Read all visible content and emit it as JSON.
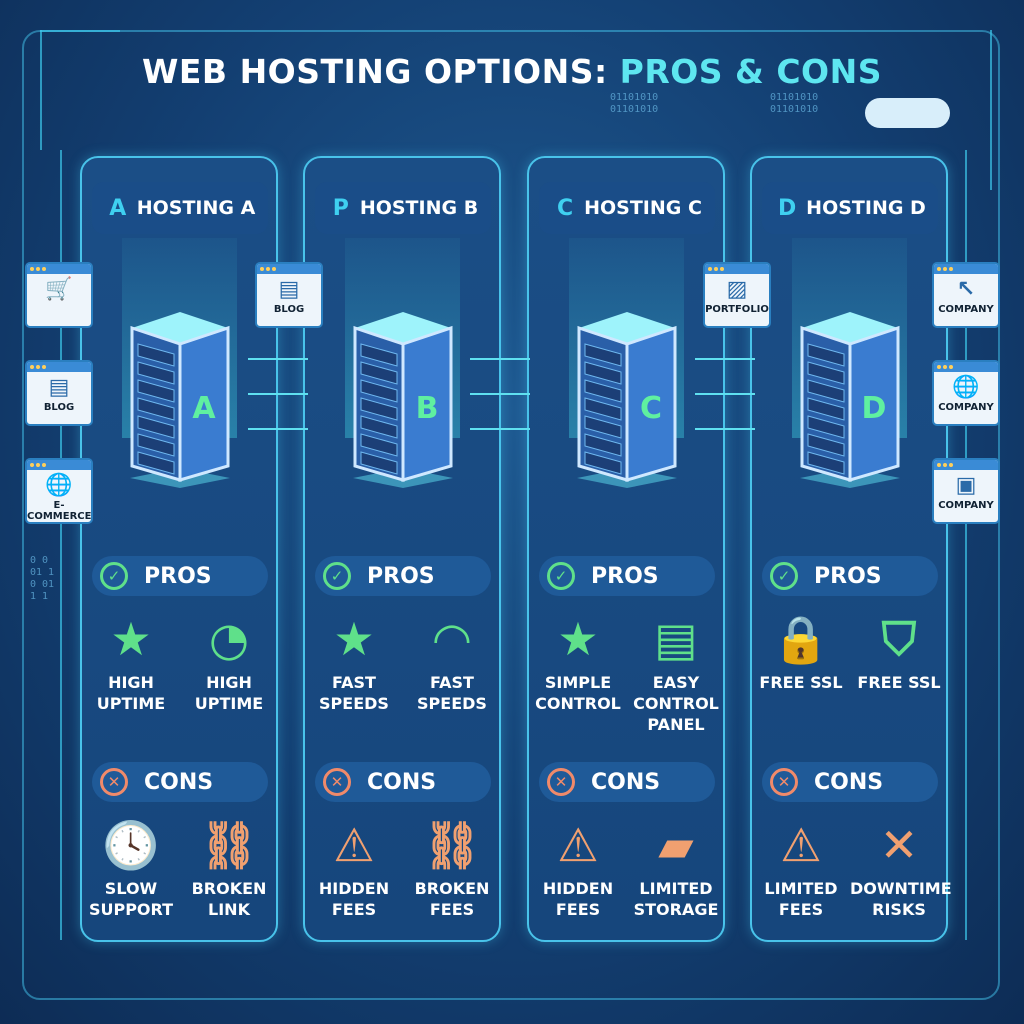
{
  "title": {
    "main": "WEB HOSTING OPTIONS:",
    "highlight": "PROS & CONS"
  },
  "binary": [
    "01101010\n01101010",
    "01101010\n01101010",
    "0 0\n01 1\n0 01\n1 1"
  ],
  "colors": {
    "accent": "#5ee6f0",
    "pros": "#5fe08a",
    "cons": "#f08a6a",
    "frame": "#49c3ea"
  },
  "columns": [
    {
      "name": "HOSTING A",
      "logo": "A",
      "letter": "A",
      "pros_label": "PROS",
      "cons_label": "CONS",
      "pros": [
        {
          "icon": "star-icon",
          "glyph": "★",
          "label": "HIGH UPTIME"
        },
        {
          "icon": "gauge-icon",
          "glyph": "◔",
          "label": "HIGH UPTIME"
        }
      ],
      "cons": [
        {
          "icon": "clock-icon",
          "glyph": "🕓",
          "label": "SLOW SUPPORT"
        },
        {
          "icon": "broken-link-icon",
          "glyph": "⛓",
          "label": "BROKEN LINK"
        }
      ]
    },
    {
      "name": "HOSTING B",
      "logo": "P",
      "letter": "B",
      "pros_label": "PROS",
      "cons_label": "CONS",
      "pros": [
        {
          "icon": "star-icon",
          "glyph": "★",
          "label": "FAST SPEEDS"
        },
        {
          "icon": "speedometer-icon",
          "glyph": "◠",
          "label": "FAST SPEEDS"
        }
      ],
      "cons": [
        {
          "icon": "warning-icon",
          "glyph": "⚠",
          "label": "HIDDEN FEES"
        },
        {
          "icon": "broken-link-icon",
          "glyph": "⛓",
          "label": "BROKEN FEES"
        }
      ]
    },
    {
      "name": "HOSTING C",
      "logo": "C",
      "letter": "C",
      "pros_label": "PROS",
      "cons_label": "CONS",
      "pros": [
        {
          "icon": "star-icon",
          "glyph": "★",
          "label": "SIMPLE CONTROL"
        },
        {
          "icon": "control-panel-icon",
          "glyph": "▤",
          "label": "EASY CONTROL PANEL"
        }
      ],
      "cons": [
        {
          "icon": "warning-icon",
          "glyph": "⚠",
          "label": "HIDDEN FEES"
        },
        {
          "icon": "folder-icon",
          "glyph": "▰",
          "label": "LIMITED STORAGE"
        }
      ]
    },
    {
      "name": "HOSTING D",
      "logo": "D",
      "letter": "D",
      "pros_label": "PROS",
      "cons_label": "CONS",
      "pros": [
        {
          "icon": "lock-icon",
          "glyph": "🔒",
          "label": "FREE SSL"
        },
        {
          "icon": "shield-icon",
          "glyph": "⛉",
          "label": "FREE SSL"
        }
      ],
      "cons": [
        {
          "icon": "warning-icon",
          "glyph": "⚠",
          "label": "LIMITED FEES"
        },
        {
          "icon": "window-close-icon",
          "glyph": "✕",
          "label": "DOWNTIME RISKS"
        }
      ]
    }
  ],
  "sites": [
    {
      "label": "",
      "icon": "cart-icon",
      "glyph": "🛒"
    },
    {
      "label": "BLOG",
      "icon": "article-icon",
      "glyph": "▤"
    },
    {
      "label": "E-COMMERCE",
      "icon": "globe-icon",
      "glyph": "🌐"
    },
    {
      "label": "BLOG",
      "icon": "article-icon",
      "glyph": "▤"
    },
    {
      "label": "PORTFOLIO",
      "icon": "image-icon",
      "glyph": "▨"
    },
    {
      "label": "COMPANY",
      "icon": "cursor-icon",
      "glyph": "↖"
    },
    {
      "label": "COMPANY",
      "icon": "globe-icon",
      "glyph": "🌐"
    },
    {
      "label": "COMPANY",
      "icon": "profile-icon",
      "glyph": "▣"
    }
  ]
}
